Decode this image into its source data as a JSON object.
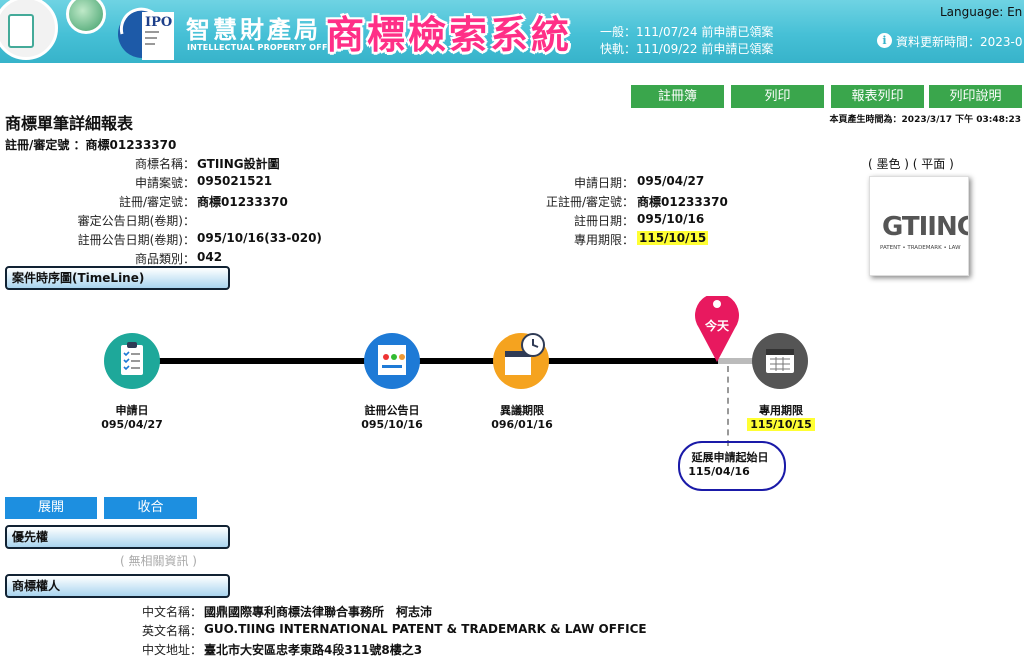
{
  "header": {
    "org_cn": "智慧財產局",
    "org_en": "INTELLECTUAL PROPERTY OFFICE",
    "ipo_logo_text": "IPO",
    "system_title": "商標檢索系統",
    "general_status": "一般：111/07/24 前申請已領案",
    "fast_status": "快軌：111/09/22 前申請已領案",
    "language_label": "Language:",
    "language_value": "En",
    "update_label": "資料更新時間：2023-0"
  },
  "toolbar": {
    "register_book": "註冊簿",
    "print": "列印",
    "report_print": "報表列印",
    "print_help": "列印說明",
    "generated_time": "本頁產生時間為：2023/3/17 下午 03:48:23"
  },
  "report": {
    "title": "商標單筆詳細報表",
    "reg_no_line": "註冊/審定號 ：商標01233370"
  },
  "fields_left": [
    {
      "label": "商標名稱：",
      "value": "GTIING設計圖"
    },
    {
      "label": "申請案號：",
      "value": "095021521"
    },
    {
      "label": "註冊/審定號：",
      "value": "商標01233370"
    },
    {
      "label": "審定公告日期(卷期)：",
      "value": ""
    },
    {
      "label": "註冊公告日期(卷期)：",
      "value": "095/10/16(33-020)"
    },
    {
      "label": "商品類別：",
      "value": "042"
    }
  ],
  "fields_right": [
    {
      "label": "申請日期：",
      "value": "095/04/27"
    },
    {
      "label": "正註冊/審定號：",
      "value": "商標01233370"
    },
    {
      "label": "註冊日期：",
      "value": "095/10/16"
    },
    {
      "label": "專用期限：",
      "value": "115/10/15"
    }
  ],
  "image_panel": {
    "caption": "( 墨色 ) ( 平面 )",
    "logo_text": "GTIING",
    "logo_sub": "PATENT • TRADEMARK • LAW"
  },
  "sections": {
    "timeline": "案件時序圖(TimeLine)",
    "priority": "優先權",
    "priority_empty": "( 無相關資訊 )",
    "owner": "商標權人"
  },
  "timeline": {
    "today_label": "今天",
    "events": [
      {
        "name": "申請日",
        "date": "095/04/27"
      },
      {
        "name": "註冊公告日",
        "date": "095/10/16"
      },
      {
        "name": "異議期限",
        "date": "096/01/16"
      },
      {
        "name": "專用期限",
        "date": "115/10/15"
      }
    ],
    "extension": {
      "name": "延展申請起始日",
      "date": "115/04/16"
    }
  },
  "buttons": {
    "expand": "展開",
    "collapse": "收合"
  },
  "owner": [
    {
      "label": "中文名稱：",
      "value": "國鼎國際專利商標法律聯合事務所　柯志沛"
    },
    {
      "label": "英文名稱：",
      "value": "GUO.TIING INTERNATIONAL PATENT & TRADEMARK & LAW OFFICE"
    },
    {
      "label": "中文地址：",
      "value": "臺北市大安區忠孝東路4段311號8樓之3"
    }
  ],
  "colors": {
    "header": "#46c0d6",
    "title_pink": "#ff2f87",
    "green_button": "#3aa64c",
    "blue_button": "#1d8fe0",
    "highlight": "#ffff33"
  }
}
